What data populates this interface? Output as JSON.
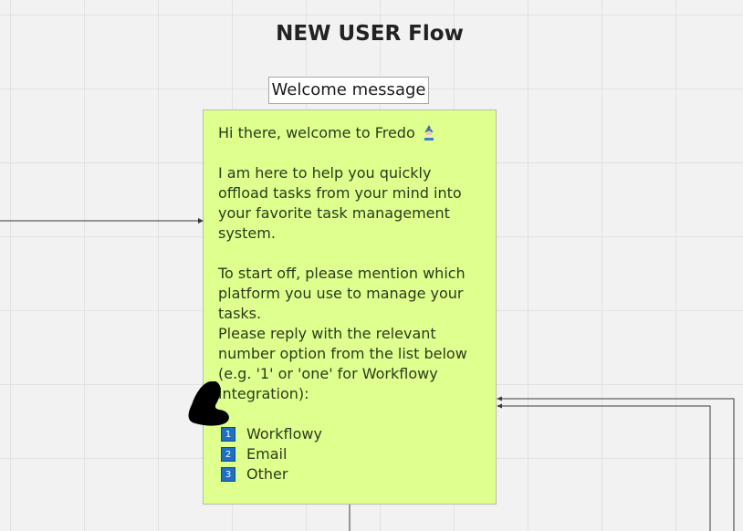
{
  "board": {
    "title": "NEW USER Flow"
  },
  "frame": {
    "label": "Welcome message"
  },
  "note": {
    "greeting": "Hi there, welcome to Fredo",
    "greeting_icon": "wizard-emoji",
    "paragraph_1": "I am here to help you quickly offload tasks from your mind into your favorite task management system.",
    "paragraph_2a": "To start off, please mention which platform you use to manage your tasks.",
    "paragraph_2b": "Please reply with the relevant number option from the list below (e.g. '1' or 'one' for Workflowy integration):",
    "options": [
      {
        "number": "1",
        "label": "Workflowy"
      },
      {
        "number": "2",
        "label": "Email"
      },
      {
        "number": "3",
        "label": "Other"
      }
    ],
    "background_color": "#dfff8f",
    "badge_color": "#1f6fc2"
  }
}
